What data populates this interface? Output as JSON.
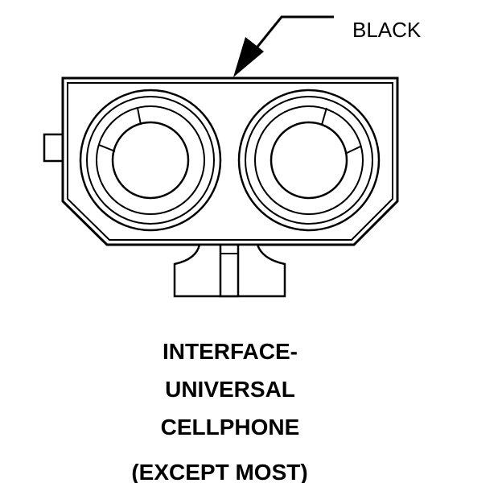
{
  "callout": {
    "color_label": "BLACK"
  },
  "caption": {
    "line1": "INTERFACE-",
    "line2": "UNIVERSAL",
    "line3": "CELLPHONE",
    "line4": "(EXCEPT MOST)"
  },
  "colors": {
    "line": "#000000",
    "background": "#ffffff"
  }
}
